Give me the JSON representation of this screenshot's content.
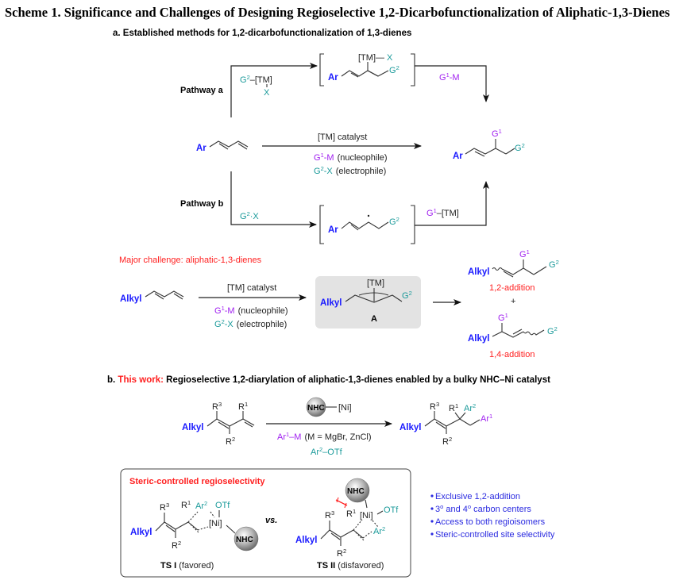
{
  "title": "Scheme 1. Significance and Challenges of Designing Regioselective 1,2-Dicarbofunctionalization of Aliphatic-1,3-Dienes",
  "section_a": {
    "heading": "a. Established methods for 1,2-dicarbofunctionalization of 1,3-dienes",
    "pathway_a_label": "Pathway a",
    "pathway_b_label": "Pathway b",
    "pathway_a_reagent": {
      "g": "G",
      "sup": "2",
      "rest": "–[TM]",
      "x": "X"
    },
    "intermediate_a": {
      "tm": "[TM]",
      "dash": "—",
      "x": "X",
      "ar": "Ar",
      "g": "G",
      "sup": "2"
    },
    "pathway_a_step2": {
      "g": "G",
      "sup": "1",
      "rest": "-M"
    },
    "direct_conditions": {
      "catalyst": "[TM] catalyst",
      "nucleophile": {
        "g": "G",
        "sup": "1",
        "rest": "-M",
        "note": "(nucleophile)"
      },
      "electrophile": {
        "g": "G",
        "sup": "2",
        "rest": "-X",
        "note": "(electrophile)"
      }
    },
    "substrate": {
      "ar": "Ar"
    },
    "product": {
      "ar": "Ar",
      "g1": "G",
      "g1_sup": "1",
      "g2": "G",
      "g2_sup": "2"
    },
    "pathway_b_reagent": {
      "g": "G",
      "sup": "2",
      "rest": "·X"
    },
    "intermediate_b": {
      "ar": "Ar",
      "g": "G",
      "sup": "2"
    },
    "pathway_b_step2": {
      "g": "G",
      "sup": "1",
      "rest": "–[TM]"
    }
  },
  "challenge": {
    "heading": "Major challenge: aliphatic-1,3-dienes",
    "substrate": {
      "alkyl": "Alkyl"
    },
    "conditions": {
      "catalyst": "[TM] catalyst",
      "nucleophile": {
        "g": "G",
        "sup": "1",
        "rest": "-M",
        "note": "(nucleophile)"
      },
      "electrophile": {
        "g": "G",
        "sup": "2",
        "rest": "-X",
        "note": "(electrophile)"
      }
    },
    "intermediate": {
      "tm": "[TM]",
      "alkyl": "Alkyl",
      "g": "G",
      "sup": "2",
      "label": "A"
    },
    "product_12": {
      "alkyl": "Alkyl",
      "g1": "G",
      "g1_sup": "1",
      "g2": "G",
      "g2_sup": "2",
      "label": "1,2-addition"
    },
    "plus": "+",
    "product_14": {
      "alkyl": "Alkyl",
      "g1": "G",
      "g1_sup": "1",
      "g2": "G",
      "g2_sup": "2",
      "label": "1,4-addition"
    }
  },
  "section_b": {
    "prefix": "b. ",
    "highlight": "This work:",
    "heading": " Regioselective 1,2-diarylation of aliphatic-1,3-dienes enabled by a bulky NHC–Ni catalyst",
    "catalyst": {
      "nhc": "NHC",
      "ni": "[Ni]"
    },
    "reagent1": {
      "ar": "Ar",
      "sup": "1",
      "rest": "–M",
      "note": "(M = MgBr, ZnCl)"
    },
    "reagent2": {
      "ar": "Ar",
      "sup": "2",
      "rest": "–OTf"
    },
    "substrate": {
      "alkyl": "Alkyl",
      "r1": "R",
      "r1_sup": "1",
      "r2": "R",
      "r2_sup": "2",
      "r3": "R",
      "r3_sup": "3"
    },
    "product": {
      "alkyl": "Alkyl",
      "r1": "R",
      "r1_sup": "1",
      "r2": "R",
      "r2_sup": "2",
      "r3": "R",
      "r3_sup": "3",
      "ar1": "Ar",
      "ar1_sup": "1",
      "ar2": "Ar",
      "ar2_sup": "2"
    }
  },
  "ts_box": {
    "heading": "Steric-controlled regioselectivity",
    "ts1": {
      "bold": "TS I",
      "note": " (favored)",
      "alkyl": "Alkyl",
      "ni": "[Ni]",
      "nhc": "NHC",
      "otf": "OTf",
      "ar": "Ar",
      "ar_sup": "2"
    },
    "vs": "vs.",
    "ts2": {
      "bold": "TS II",
      "note": " (disfavored)",
      "alkyl": "Alkyl",
      "ni": "[Ni]",
      "nhc": "NHC",
      "otf": "OTf",
      "ar": "Ar",
      "ar_sup": "2"
    }
  },
  "features": [
    {
      "text": "Exclusive 1,2-addition"
    },
    {
      "pre": "3",
      "deg1": "o",
      "mid": " and 4",
      "deg2": "o",
      "post": " carbon centers"
    },
    {
      "text": "Access to both regioisomers"
    },
    {
      "text": "Steric-controlled site selectivity"
    }
  ],
  "colors": {
    "aryl_alkyl_blue": "#1a1aff",
    "g1_purple": "#a020f0",
    "g2_teal": "#1a9a9a",
    "highlight_red": "#ff2020",
    "feature_blue": "#2a2ae0",
    "intermediate_box": "#e3e3e3"
  }
}
